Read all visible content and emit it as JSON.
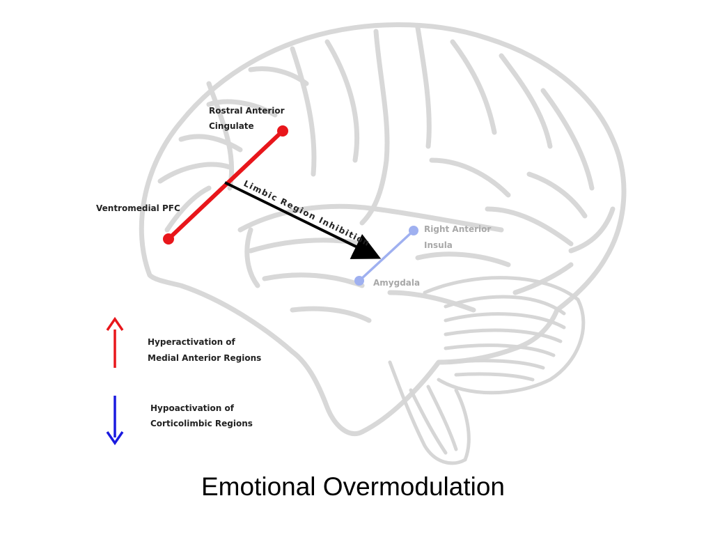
{
  "title": "Emotional Overmodulation",
  "regions": {
    "rostral_anterior_cingulate": [
      "Rostral Anterior",
      "Cingulate"
    ],
    "ventromedial_pfc": "Ventromedial PFC",
    "right_anterior_insula": [
      "Right Anterior",
      "Insula"
    ],
    "amygdala": "Amygdala"
  },
  "arrow_label": "Limbic Region Inhibition",
  "legend": {
    "hyper": [
      "Hyperactivation of",
      "Medial Anterior Regions"
    ],
    "hypo": [
      "Hypoactivation of",
      "Corticolimbic Regions"
    ]
  },
  "colors": {
    "hyper": "#e8161b",
    "hypo": "#1a1adf",
    "amygdala_link": "#9fb0f0",
    "brain_outline": "#d9d9d9",
    "arrow": "#000000"
  }
}
